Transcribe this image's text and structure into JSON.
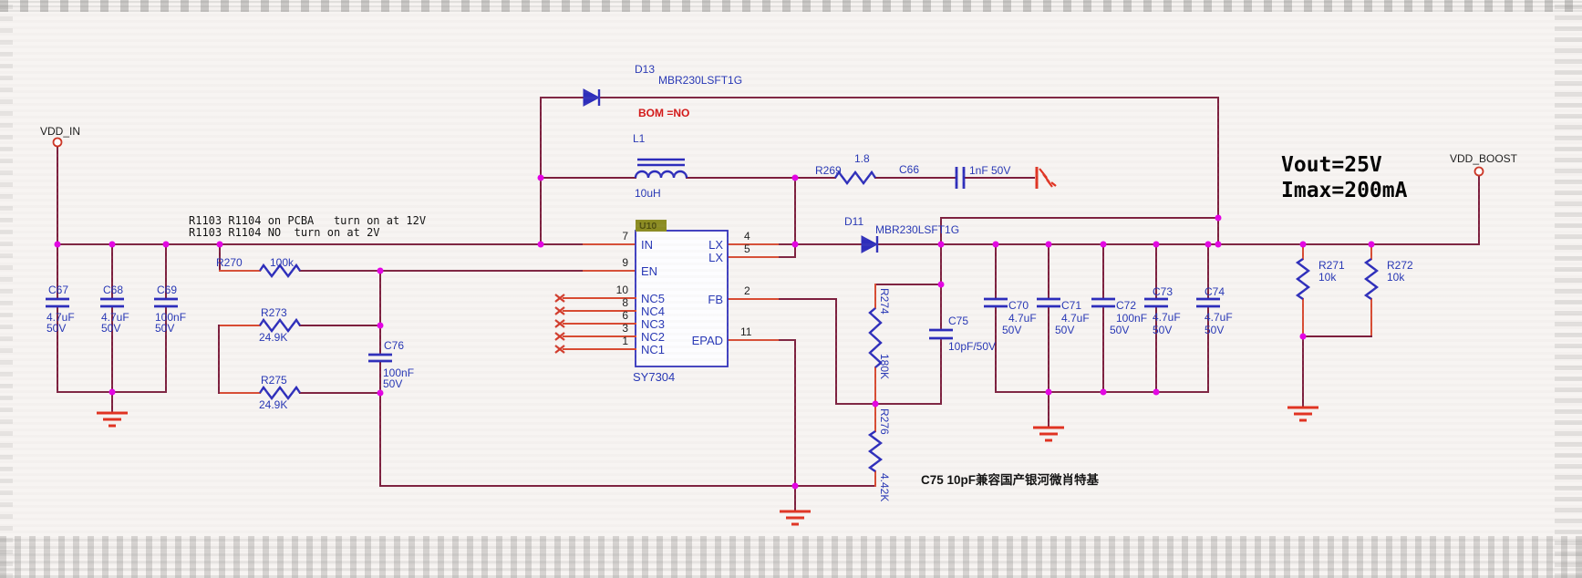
{
  "ports": {
    "vdd_in": "VDD_IN",
    "vdd_boost": "VDD_BOOST"
  },
  "notes": {
    "pcba1": "R1103 R1104 on PCBA   turn on at 12V",
    "pcba2": "R1103 R1104 NO  turn on at 2V",
    "bom": "BOM =NO",
    "c75": "C75 10pF兼容国产银河微肖特基",
    "vout": "Vout=25V",
    "imax": "Imax=200mA"
  },
  "ic": {
    "designator": "U10",
    "part": "SY7304",
    "left_pins": [
      {
        "num": "7",
        "name": "IN"
      },
      {
        "num": "9",
        "name": "EN"
      },
      {
        "num": "10",
        "name": "NC5"
      },
      {
        "num": "8",
        "name": "NC4"
      },
      {
        "num": "6",
        "name": "NC3"
      },
      {
        "num": "3",
        "name": "NC2"
      },
      {
        "num": "1",
        "name": "NC1"
      }
    ],
    "right_pins": [
      {
        "num": "4",
        "name": "LX"
      },
      {
        "num": "5",
        "name": "LX"
      },
      {
        "num": "2",
        "name": "FB"
      },
      {
        "num": "11",
        "name": "EPAD"
      }
    ]
  },
  "components": {
    "c67": {
      "ref": "C67",
      "val": "4.7uF",
      "volt": "50V"
    },
    "c68": {
      "ref": "C68",
      "val": "4.7uF",
      "volt": "50V"
    },
    "c69": {
      "ref": "C69",
      "val": "100nF",
      "volt": "50V"
    },
    "r270": {
      "ref": "R270",
      "val": "100k"
    },
    "r273": {
      "ref": "R273",
      "val": "24.9K"
    },
    "r275": {
      "ref": "R275",
      "val": "24.9K"
    },
    "c76": {
      "ref": "C76",
      "val": "100nF",
      "volt": "50V"
    },
    "l1": {
      "ref": "L1",
      "val": "10uH"
    },
    "d13": {
      "ref": "D13",
      "part": "MBR230LSFT1G"
    },
    "d11": {
      "ref": "D11",
      "part": "MBR230LSFT1G"
    },
    "r269": {
      "ref": "R269",
      "val": "1.8"
    },
    "c66": {
      "ref": "C66",
      "val": "1nF 50V"
    },
    "r274": {
      "ref": "R274",
      "val": "180K"
    },
    "r276": {
      "ref": "R276",
      "val": "4.42K"
    },
    "c75": {
      "ref": "C75",
      "val": "10pF/50V"
    },
    "c70": {
      "ref": "C70",
      "val": "4.7uF",
      "volt": "50V"
    },
    "c71": {
      "ref": "C71",
      "val": "4.7uF",
      "volt": "50V"
    },
    "c72": {
      "ref": "C72",
      "val": "100nF",
      "volt": "50V"
    },
    "c73": {
      "ref": "C73",
      "val": "4.7uF",
      "volt": "50V"
    },
    "c74": {
      "ref": "C74",
      "val": "4.7uF",
      "volt": "50V"
    },
    "r271": {
      "ref": "R271",
      "val": "10k"
    },
    "r272": {
      "ref": "R272",
      "val": "10k"
    }
  },
  "colors": {
    "wire": "#7d1f3e",
    "lead": "#d84b32",
    "symbol": "#2d2dbb",
    "junction": "#e400e4",
    "ground": "#e03322",
    "label": "#2535b5",
    "warning": "#d31515",
    "background": "#f7f4f2"
  }
}
